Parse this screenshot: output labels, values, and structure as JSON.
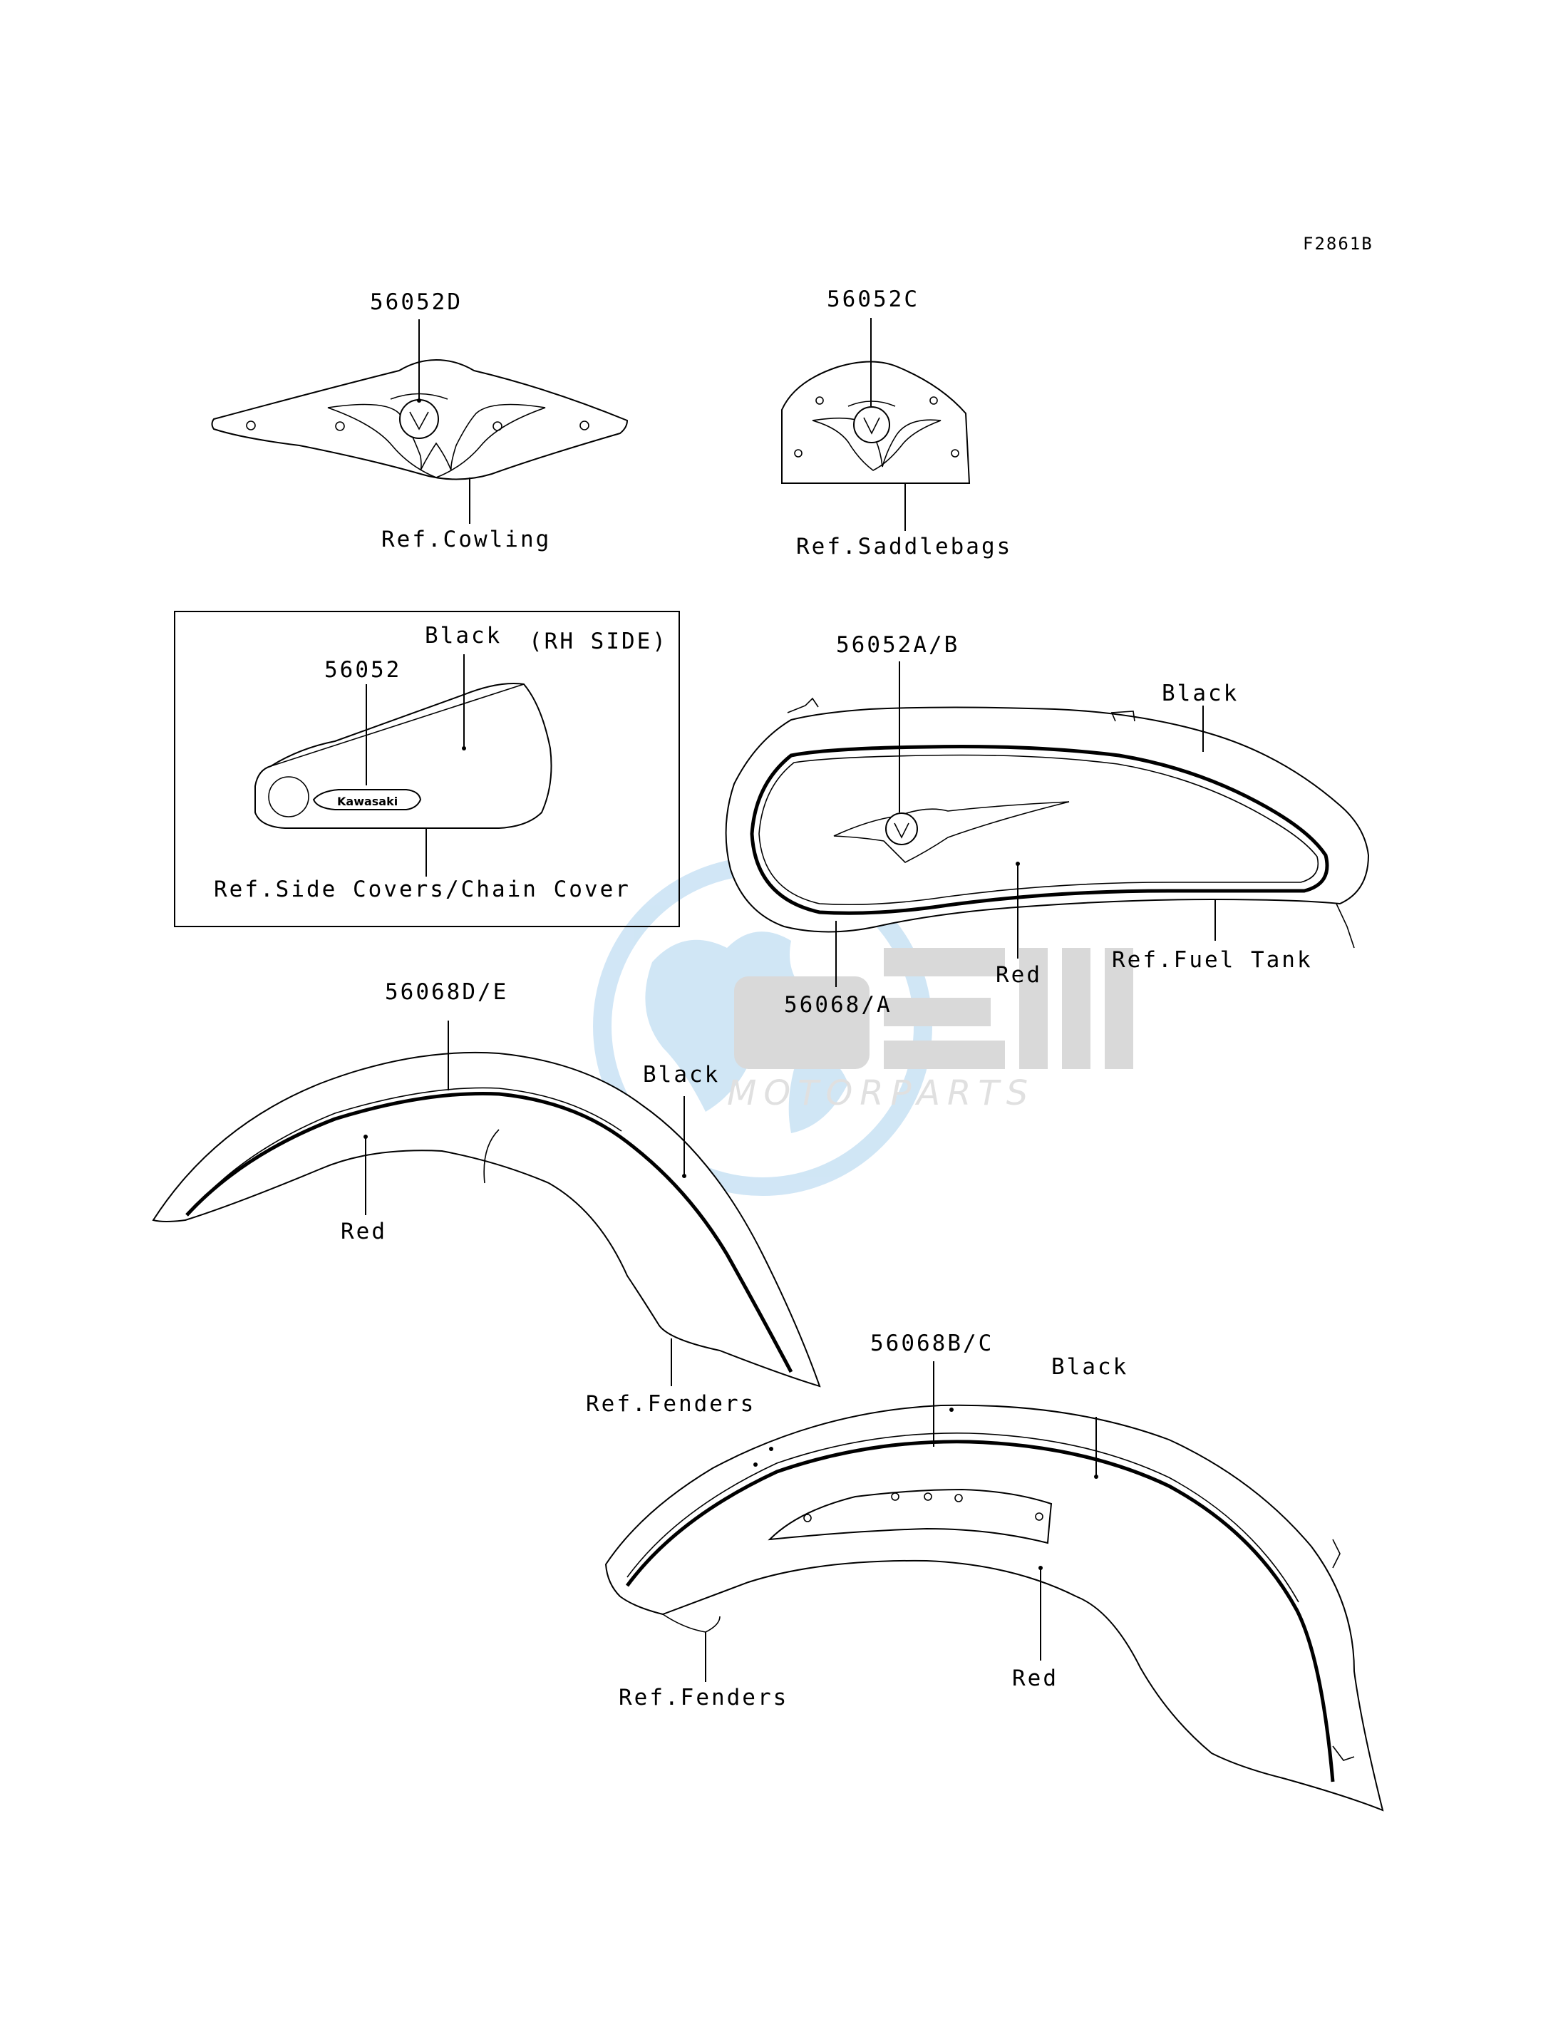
{
  "figure": {
    "code": "F2861B"
  },
  "parts": {
    "p_56052D": "56052D",
    "p_56052C": "56052C",
    "p_56052": "56052",
    "p_56052AB": "56052A/B",
    "p_56068A": "56068/A",
    "p_56068DE": "56068D/E",
    "p_56068BC": "56068B/C"
  },
  "refs": {
    "cowling": "Ref.Cowling",
    "saddlebags": "Ref.Saddlebags",
    "side_covers": "Ref.Side Covers/Chain Cover",
    "fuel_tank": "Ref.Fuel Tank",
    "fenders_front": "Ref.Fenders",
    "fenders_rear": "Ref.Fenders"
  },
  "colors": {
    "side_cover_black": "Black",
    "tank_black": "Black",
    "tank_red": "Red",
    "front_fender_black": "Black",
    "front_fender_red": "Red",
    "rear_fender_black": "Black",
    "rear_fender_red": "Red"
  },
  "side_note": "(RH SIDE)",
  "emblem_text": "Kawasaki",
  "watermark": {
    "logo": "OEM",
    "sub": "MOTORPARTS",
    "color": "#2f8fd6"
  },
  "icons": {
    "emblem": "kawasaki-v-emblem-icon",
    "globe": "globe-icon"
  }
}
